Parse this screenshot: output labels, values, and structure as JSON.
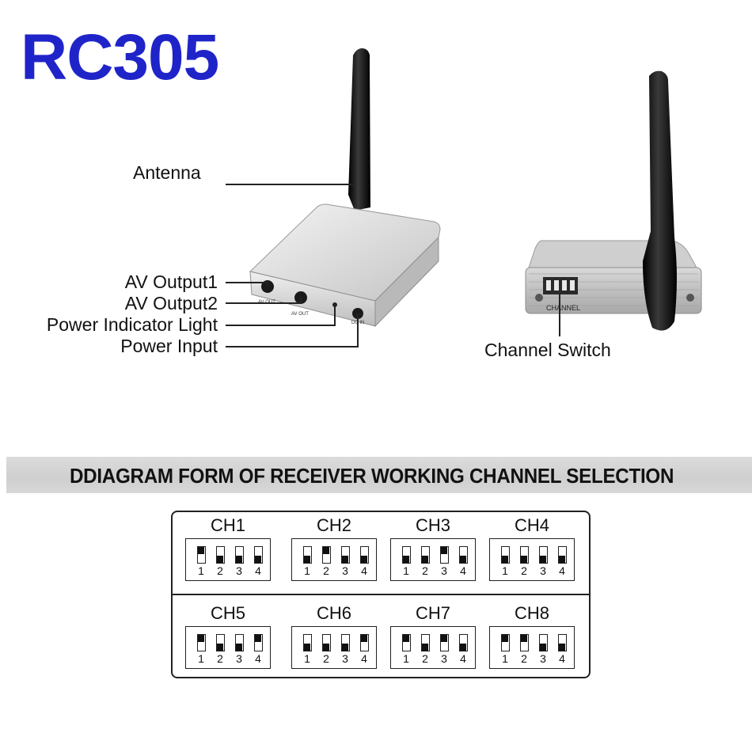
{
  "title": "RC305",
  "labels": {
    "antenna": "Antenna",
    "av_output1": "AV Output1",
    "av_output2": "AV Output2",
    "power_indicator": "Power Indicator Light",
    "power_input": "Power Input",
    "channel_switch": "Channel Switch"
  },
  "device_markings": {
    "av_out_1": "AV OUT",
    "av_out_2": "AV OUT",
    "dc_in": "DC IN",
    "channel": "CHANNEL"
  },
  "banner": "DDIAGRAM FORM OF RECEIVER WORKING CHANNEL SELECTION",
  "switch_numbers": [
    "1",
    "2",
    "3",
    "4"
  ],
  "channels": [
    {
      "name": "CH1",
      "switches": [
        "up",
        "down",
        "down",
        "down"
      ]
    },
    {
      "name": "CH2",
      "switches": [
        "down",
        "up",
        "down",
        "down"
      ]
    },
    {
      "name": "CH3",
      "switches": [
        "down",
        "down",
        "up",
        "down"
      ]
    },
    {
      "name": "CH4",
      "switches": [
        "down",
        "down",
        "down",
        "down"
      ]
    },
    {
      "name": "CH5",
      "switches": [
        "up",
        "down",
        "down",
        "up"
      ]
    },
    {
      "name": "CH6",
      "switches": [
        "down",
        "down",
        "down",
        "up"
      ]
    },
    {
      "name": "CH7",
      "switches": [
        "up",
        "down",
        "up",
        "down"
      ]
    },
    {
      "name": "CH8",
      "switches": [
        "up",
        "up",
        "down",
        "down"
      ]
    }
  ],
  "colors": {
    "title": "#1f24c9",
    "device_body": "#e6e6e6",
    "antenna": "#111111",
    "banner": "#d3d3d3"
  }
}
